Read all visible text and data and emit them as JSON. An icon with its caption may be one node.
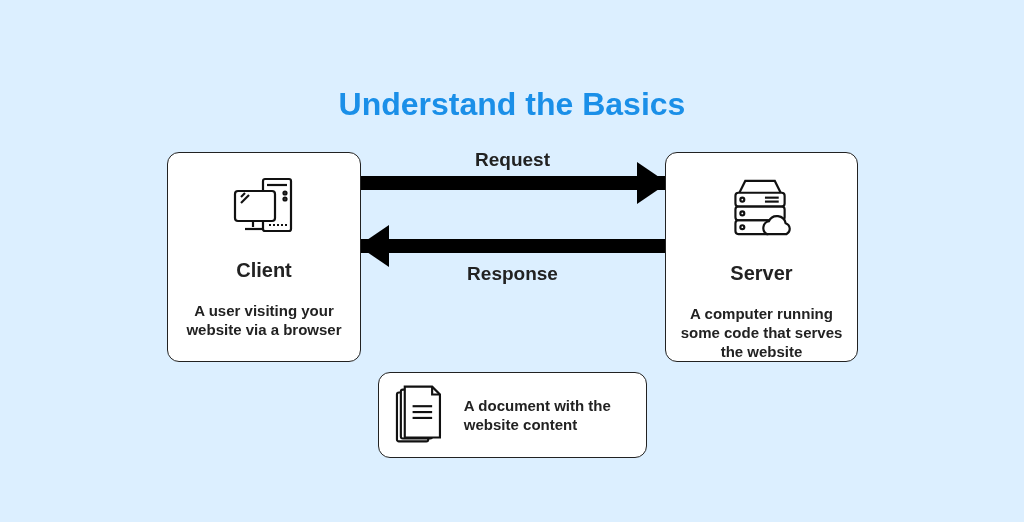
{
  "diagram": {
    "title": "Understand the Basics",
    "nodes": [
      {
        "text": [
          "Client",
          "A user visiting your website via a browser"
        ]
      },
      {
        "text": [
          "Server",
          "A computer running some code that serves the website"
        ]
      },
      {
        "text": [
          "A document with the website content"
        ]
      }
    ],
    "edges": [
      {
        "from": 0,
        "to": 1,
        "arrow": "to",
        "label": "Request"
      },
      {
        "from": 1,
        "to": 0,
        "arrow": "to",
        "label": "Response"
      }
    ]
  }
}
